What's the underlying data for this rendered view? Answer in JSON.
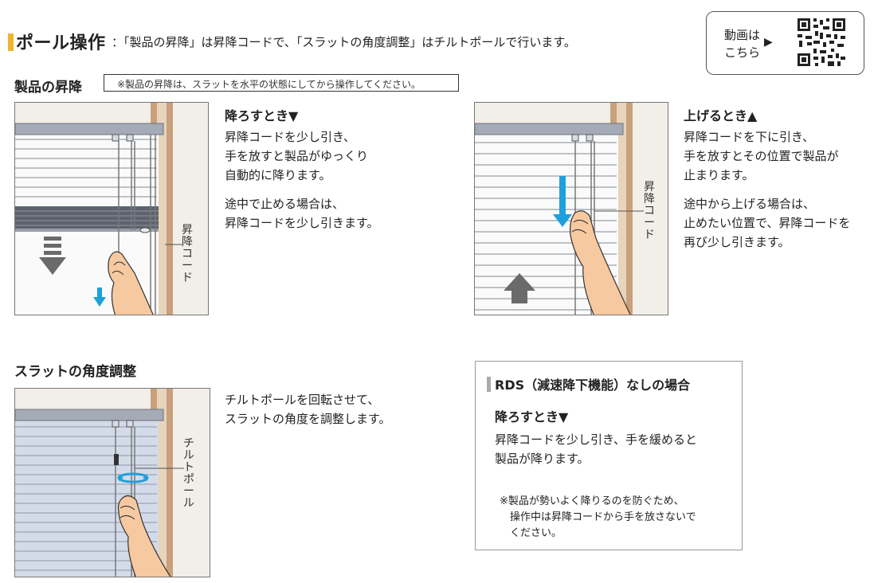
{
  "header": {
    "title": "ポール操作",
    "description": "：「製品の昇降」は昇降コードで、「スラットの角度調整」はチルトポールで行います。",
    "accent_color": "#f0b429"
  },
  "video": {
    "label_line1": "動画は",
    "label_line2": "こちら",
    "arrow": "▶",
    "qr_icon": "qr-code-icon"
  },
  "lift": {
    "section_title": "製品の昇降",
    "note": "※製品の昇降は、スラットを水平の状態にしてから操作してください。",
    "lower": {
      "title": "降ろすとき▼",
      "text": [
        "昇降コードを少し引き、",
        "手を放すと製品がゆっくり",
        "自動的に降ります。"
      ],
      "text2": [
        "途中で止める場合は、",
        "昇降コードを少し引きます。"
      ],
      "label": [
        "昇",
        "降",
        "コ",
        "ー",
        "ド"
      ]
    },
    "raise": {
      "title": "上げるとき▲",
      "text": [
        "昇降コードを下に引き、",
        "手を放すとその位置で製品が",
        "止まります。"
      ],
      "text2": [
        "途中から上げる場合は、",
        "止めたい位置で、昇降コードを",
        "再び少し引きます。"
      ],
      "label": [
        "昇",
        "降",
        "コ",
        "ー",
        "ド"
      ]
    }
  },
  "tilt": {
    "section_title": "スラットの角度調整",
    "text": [
      "チルトポールを回転させて、",
      "スラットの角度を調整します。"
    ],
    "label": [
      "チ",
      "ル",
      "ト",
      "ポ",
      "ー",
      "ル"
    ]
  },
  "rds": {
    "title": "RDS（減速降下機能）なしの場合",
    "step_title": "降ろすとき▼",
    "text": [
      "昇降コードを少し引き、手を緩めると",
      "製品が降ります。"
    ],
    "note": [
      "※製品が勢いよく降りるのを防ぐため、",
      "　操作中は昇降コードから手を放さないで",
      "　ください。"
    ]
  },
  "colors": {
    "frame": "#c8a07c",
    "wall": "#f2eee8",
    "slat_gray": "#e6e6e6",
    "slat_blue": "#d4dbe8",
    "arrow_blue": "#1ea0dc",
    "arrow_gray": "#6a6a6a",
    "skin": "#f7c9a0"
  }
}
